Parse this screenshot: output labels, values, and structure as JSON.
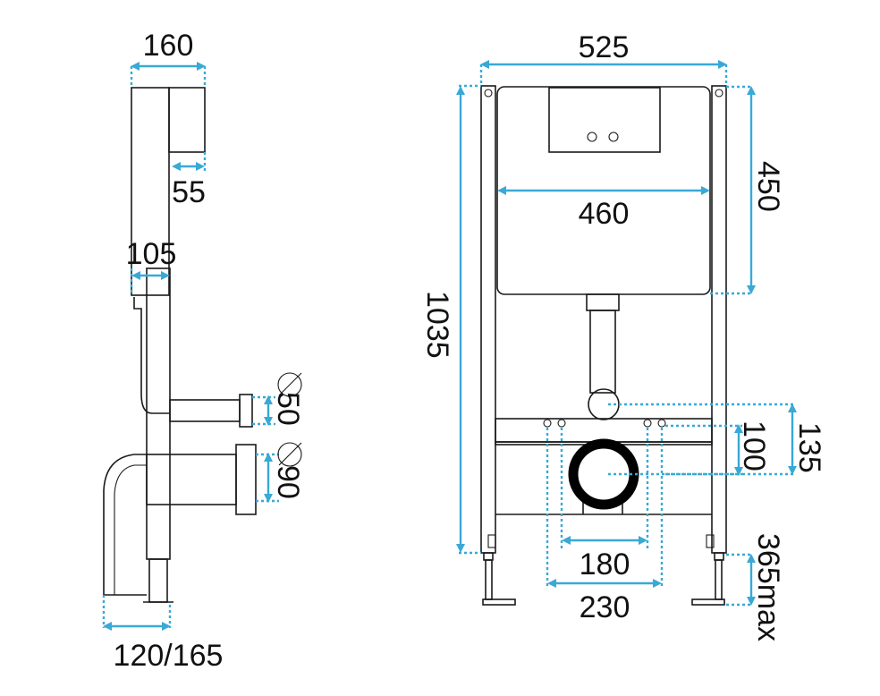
{
  "side_view": {
    "width_top": "160",
    "cistern_depth": "55",
    "frame_depth": "105",
    "pipe_small": "50",
    "pipe_large": "90",
    "foot_range": "120/165"
  },
  "front_view": {
    "frame_width": "525",
    "cistern_width": "460",
    "cistern_height": "450",
    "total_height": "1035",
    "bolt_spacing_inner": "180",
    "bolt_spacing_outer": "230",
    "hole_offset_small": "100",
    "hole_offset_large": "135",
    "leg_extension": "365max"
  },
  "colors": {
    "dimension": "#39a9d6",
    "outline": "#1a1a1a"
  }
}
